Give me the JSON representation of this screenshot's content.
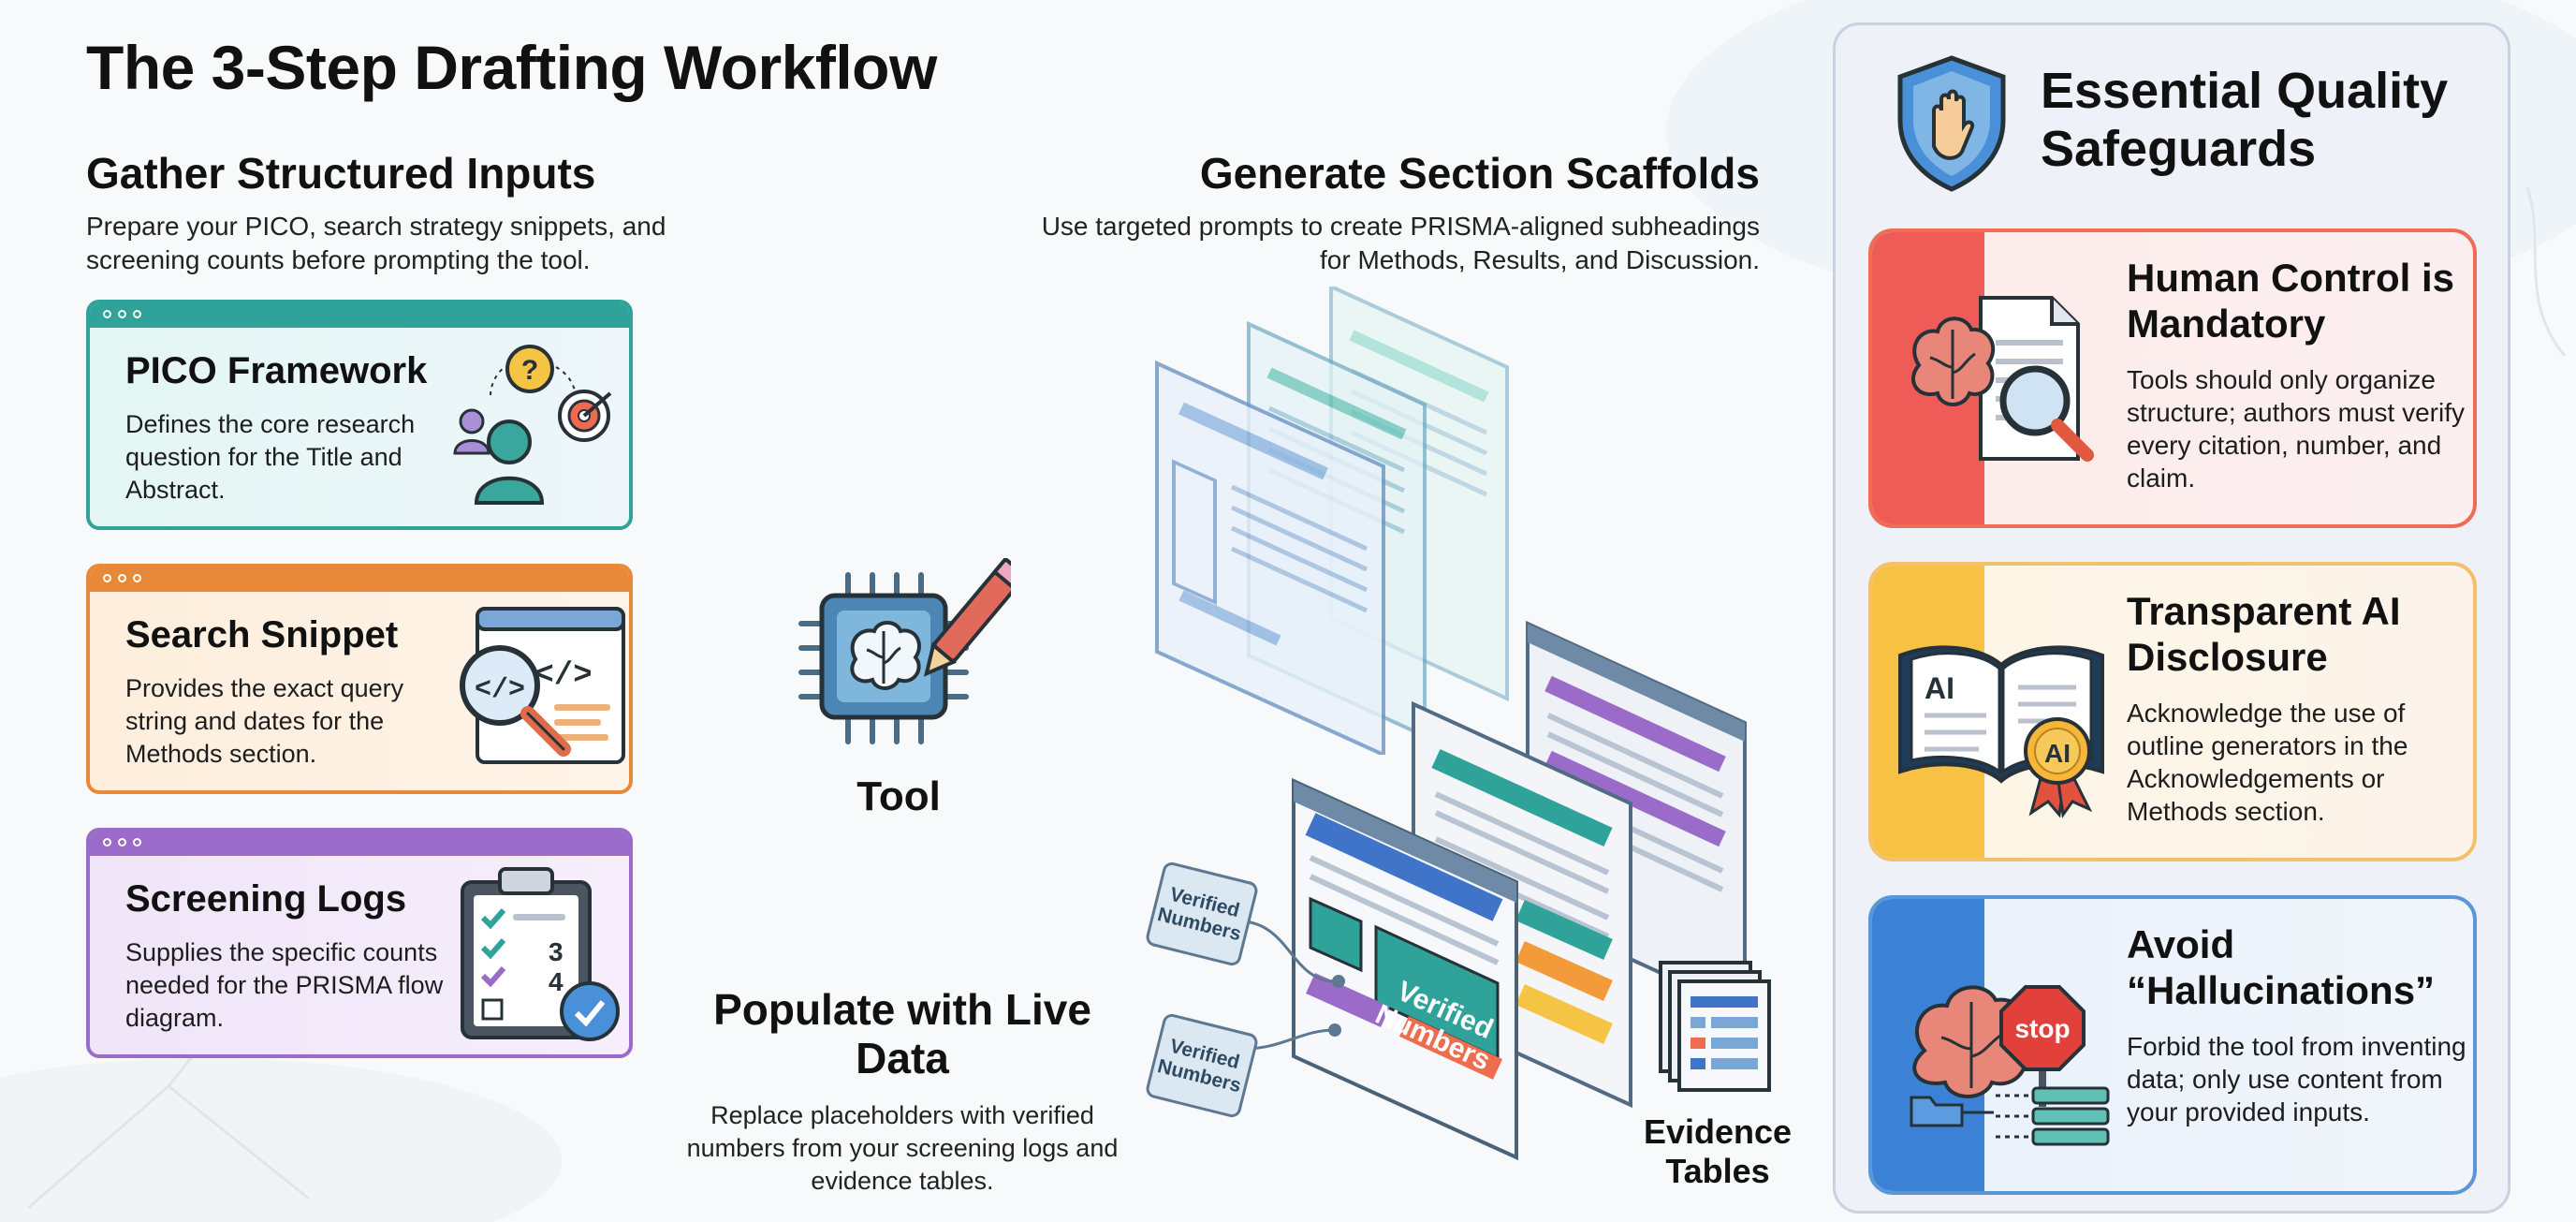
{
  "title": "The 3-Step Drafting Workflow",
  "step_gather": {
    "heading": "Gather Structured Inputs",
    "description": "Prepare your PICO, search strategy snippets, and screening counts before prompting the tool.",
    "cards": [
      {
        "title": "PICO Framework",
        "text": "Defines the core research question for the Title and Abstract.",
        "icon": "person-question-target-icon",
        "accent": "#2fa39a"
      },
      {
        "title": "Search Snippet",
        "text": "Provides the exact query string and dates for the Methods section.",
        "icon": "code-magnifier-icon",
        "accent": "#e8893a"
      },
      {
        "title": "Screening Logs",
        "text": "Supplies the specific counts needed for the PRISMA flow diagram.",
        "icon": "clipboard-checklist-icon",
        "accent": "#9a6bc8"
      }
    ]
  },
  "tool": {
    "label": "Tool",
    "icon": "brain-chip-pencil-icon"
  },
  "step_generate": {
    "heading": "Generate Section Scaffolds",
    "description": "Use targeted prompts to create PRISMA-aligned subheadings for Methods, Results, and Discussion."
  },
  "step_populate": {
    "heading": "Populate with Live Data",
    "description": "Replace placeholders with verified numbers from your screening logs and evidence tables."
  },
  "diagram_labels": {
    "verified_numbers": "Verified Numbers",
    "evidence_tables": "Evidence Tables"
  },
  "safeguards": {
    "title": "Essential Quality Safeguards",
    "icon": "shield-hand-icon",
    "cards": [
      {
        "title": "Human Control is Mandatory",
        "text": "Tools should only organize structure; authors must verify every citation, number, and claim.",
        "icon": "brain-document-magnifier-icon",
        "accent": "#ef5b57"
      },
      {
        "title": "Transparent AI Disclosure",
        "text": "Acknowledge the use of outline generators in the Acknowledgements or Methods section.",
        "icon": "ai-book-badge-icon",
        "accent": "#f7c144",
        "book_label": "AI",
        "badge_label": "AI"
      },
      {
        "title": "Avoid “Hallucinations”",
        "text": "Forbid the tool from inventing data; only use content from your provided inputs.",
        "icon": "brain-stop-sign-icon",
        "accent": "#3b82d6",
        "sign_label": "stop"
      }
    ]
  }
}
